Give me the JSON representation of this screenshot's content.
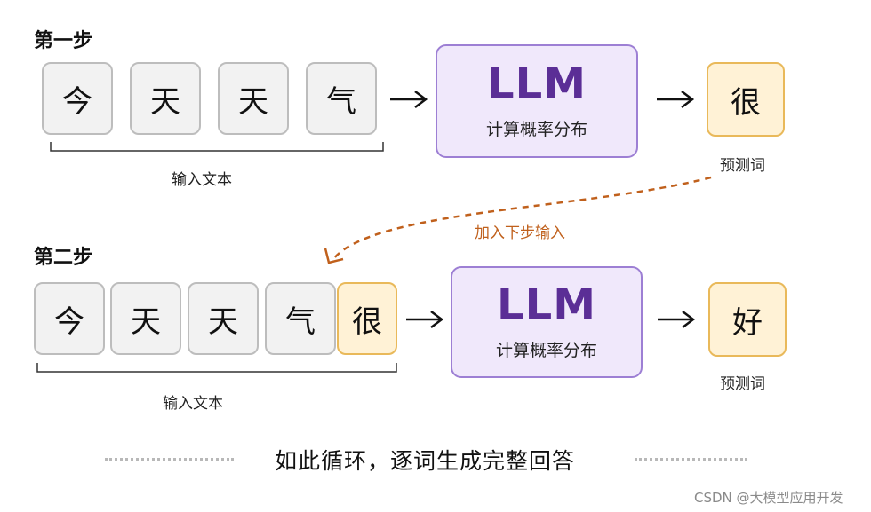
{
  "step1": {
    "title": "第一步",
    "tokens": [
      "今",
      "天",
      "天",
      "气"
    ],
    "input_caption": "输入文本",
    "llm_title": "LLM",
    "llm_subtitle": "计算概率分布",
    "prediction": "很",
    "prediction_caption": "预测词"
  },
  "loop_label": "加入下步输入",
  "step2": {
    "title": "第二步",
    "tokens": [
      "今",
      "天",
      "天",
      "气",
      "很"
    ],
    "input_caption": "输入文本",
    "llm_title": "LLM",
    "llm_subtitle": "计算概率分布",
    "prediction": "好",
    "prediction_caption": "预测词"
  },
  "footer": "如此循环，逐词生成完整回答",
  "watermark": "CSDN @大模型应用开发",
  "colors": {
    "token_bg": "#f2f2f2",
    "token_border": "#bdbdbd",
    "highlight_bg": "#fff2d6",
    "highlight_border": "#e9b95a",
    "llm_bg": "#f0e8fb",
    "llm_border": "#9d7fd4",
    "llm_text": "#5b2e96",
    "loop_arrow": "#c0601c"
  }
}
